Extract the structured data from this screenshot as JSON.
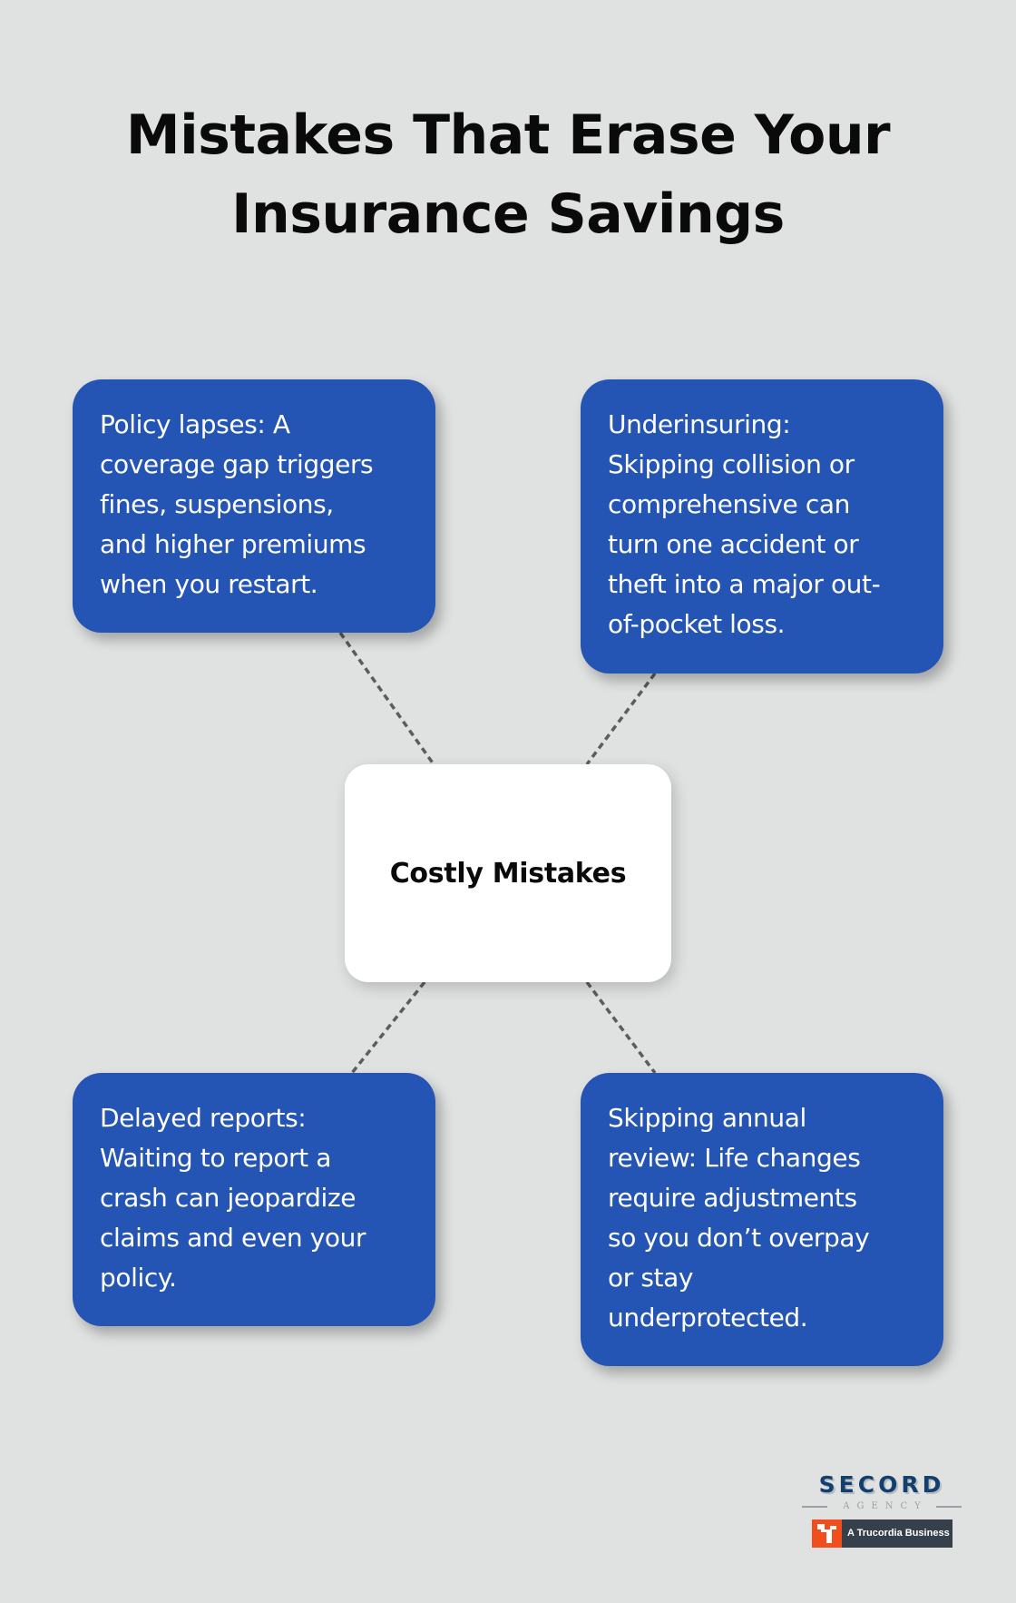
{
  "title": {
    "lines": [
      "Mistakes That Erase Your",
      "Insurance Savings"
    ]
  },
  "center": {
    "label": "Costly Mistakes"
  },
  "cards": [
    {
      "id": "policy-lapses",
      "lines": [
        "Policy lapses: A",
        "coverage gap triggers",
        "fines, suspensions,",
        "and higher premiums",
        "when you restart."
      ],
      "text": "Policy lapses: A coverage gap triggers fines, suspensions, and higher premiums when you restart."
    },
    {
      "id": "underinsuring",
      "lines": [
        "Underinsuring:",
        "Skipping collision or",
        "comprehensive can",
        "turn one accident or",
        "theft into a major out-",
        "of-pocket loss."
      ],
      "text": "Underinsuring: Skipping collision or comprehensive can turn one accident or theft into a major out-of-pocket loss."
    },
    {
      "id": "delayed-reports",
      "lines": [
        "Delayed reports:",
        "Waiting to report a",
        "crash can jeopardize",
        "claims and even your",
        "policy."
      ],
      "text": "Delayed reports: Waiting to report a crash can jeopardize claims and even your policy."
    },
    {
      "id": "skipping-annual-review",
      "lines": [
        "Skipping annual",
        "review: Life changes",
        "require adjustments",
        "so you don’t overpay",
        "or stay",
        "underprotected."
      ],
      "text": "Skipping annual review: Life changes require adjustments so you don’t overpay or stay underprotected."
    }
  ],
  "logo": {
    "name": "SECORD",
    "subtitle": "AGENCY",
    "badge_text": "A Trucordia Business"
  },
  "colors": {
    "background": "#e0e2e1",
    "card_blue": "#2555b4",
    "center_white": "#ffffff",
    "connector": "#5d5d5d",
    "title_text": "#0a0a0a",
    "logo_navy": "#123f6e",
    "badge_orange": "#f04e1c",
    "badge_slate": "#36404a"
  }
}
